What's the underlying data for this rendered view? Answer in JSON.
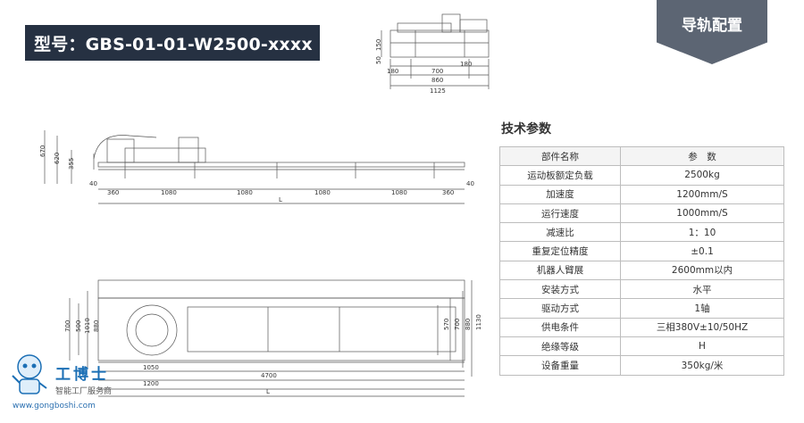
{
  "header": {
    "model": "型号：GBS-01-01-W2500-xxxx"
  },
  "badge": {
    "label": "导轨配置"
  },
  "top_view": {
    "dims": [
      "150",
      "50",
      "180",
      "700",
      "860",
      "180",
      "1125"
    ]
  },
  "side_view": {
    "dims": [
      "670",
      "620",
      "355",
      "40",
      "360",
      "1080",
      "1080",
      "1080",
      "1080",
      "360",
      "40",
      "L"
    ]
  },
  "plan_view": {
    "dims": [
      "700",
      "500",
      "1010",
      "880",
      "570",
      "700",
      "880",
      "1130",
      "1050",
      "1200",
      "4700",
      "L"
    ]
  },
  "specs": {
    "title": "技术参数",
    "headers": [
      "部件名称",
      "参　数"
    ],
    "rows": [
      [
        "运动板额定负载",
        "2500kg"
      ],
      [
        "加速度",
        "1200mm/S"
      ],
      [
        "运行速度",
        "1000mm/S"
      ],
      [
        "减速比",
        "1：10"
      ],
      [
        "重复定位精度",
        "±0.1"
      ],
      [
        "机器人臂展",
        "2600mm以内"
      ],
      [
        "安装方式",
        "水平"
      ],
      [
        "驱动方式",
        "1轴"
      ],
      [
        "供电条件",
        "三相380V±10/50HZ"
      ],
      [
        "绝缘等级",
        "H"
      ],
      [
        "设备重量",
        "350kg/米"
      ]
    ]
  },
  "logo": {
    "brand": "工博士",
    "sub": "智能工厂服务商",
    "url": "www.gongboshi.com"
  }
}
